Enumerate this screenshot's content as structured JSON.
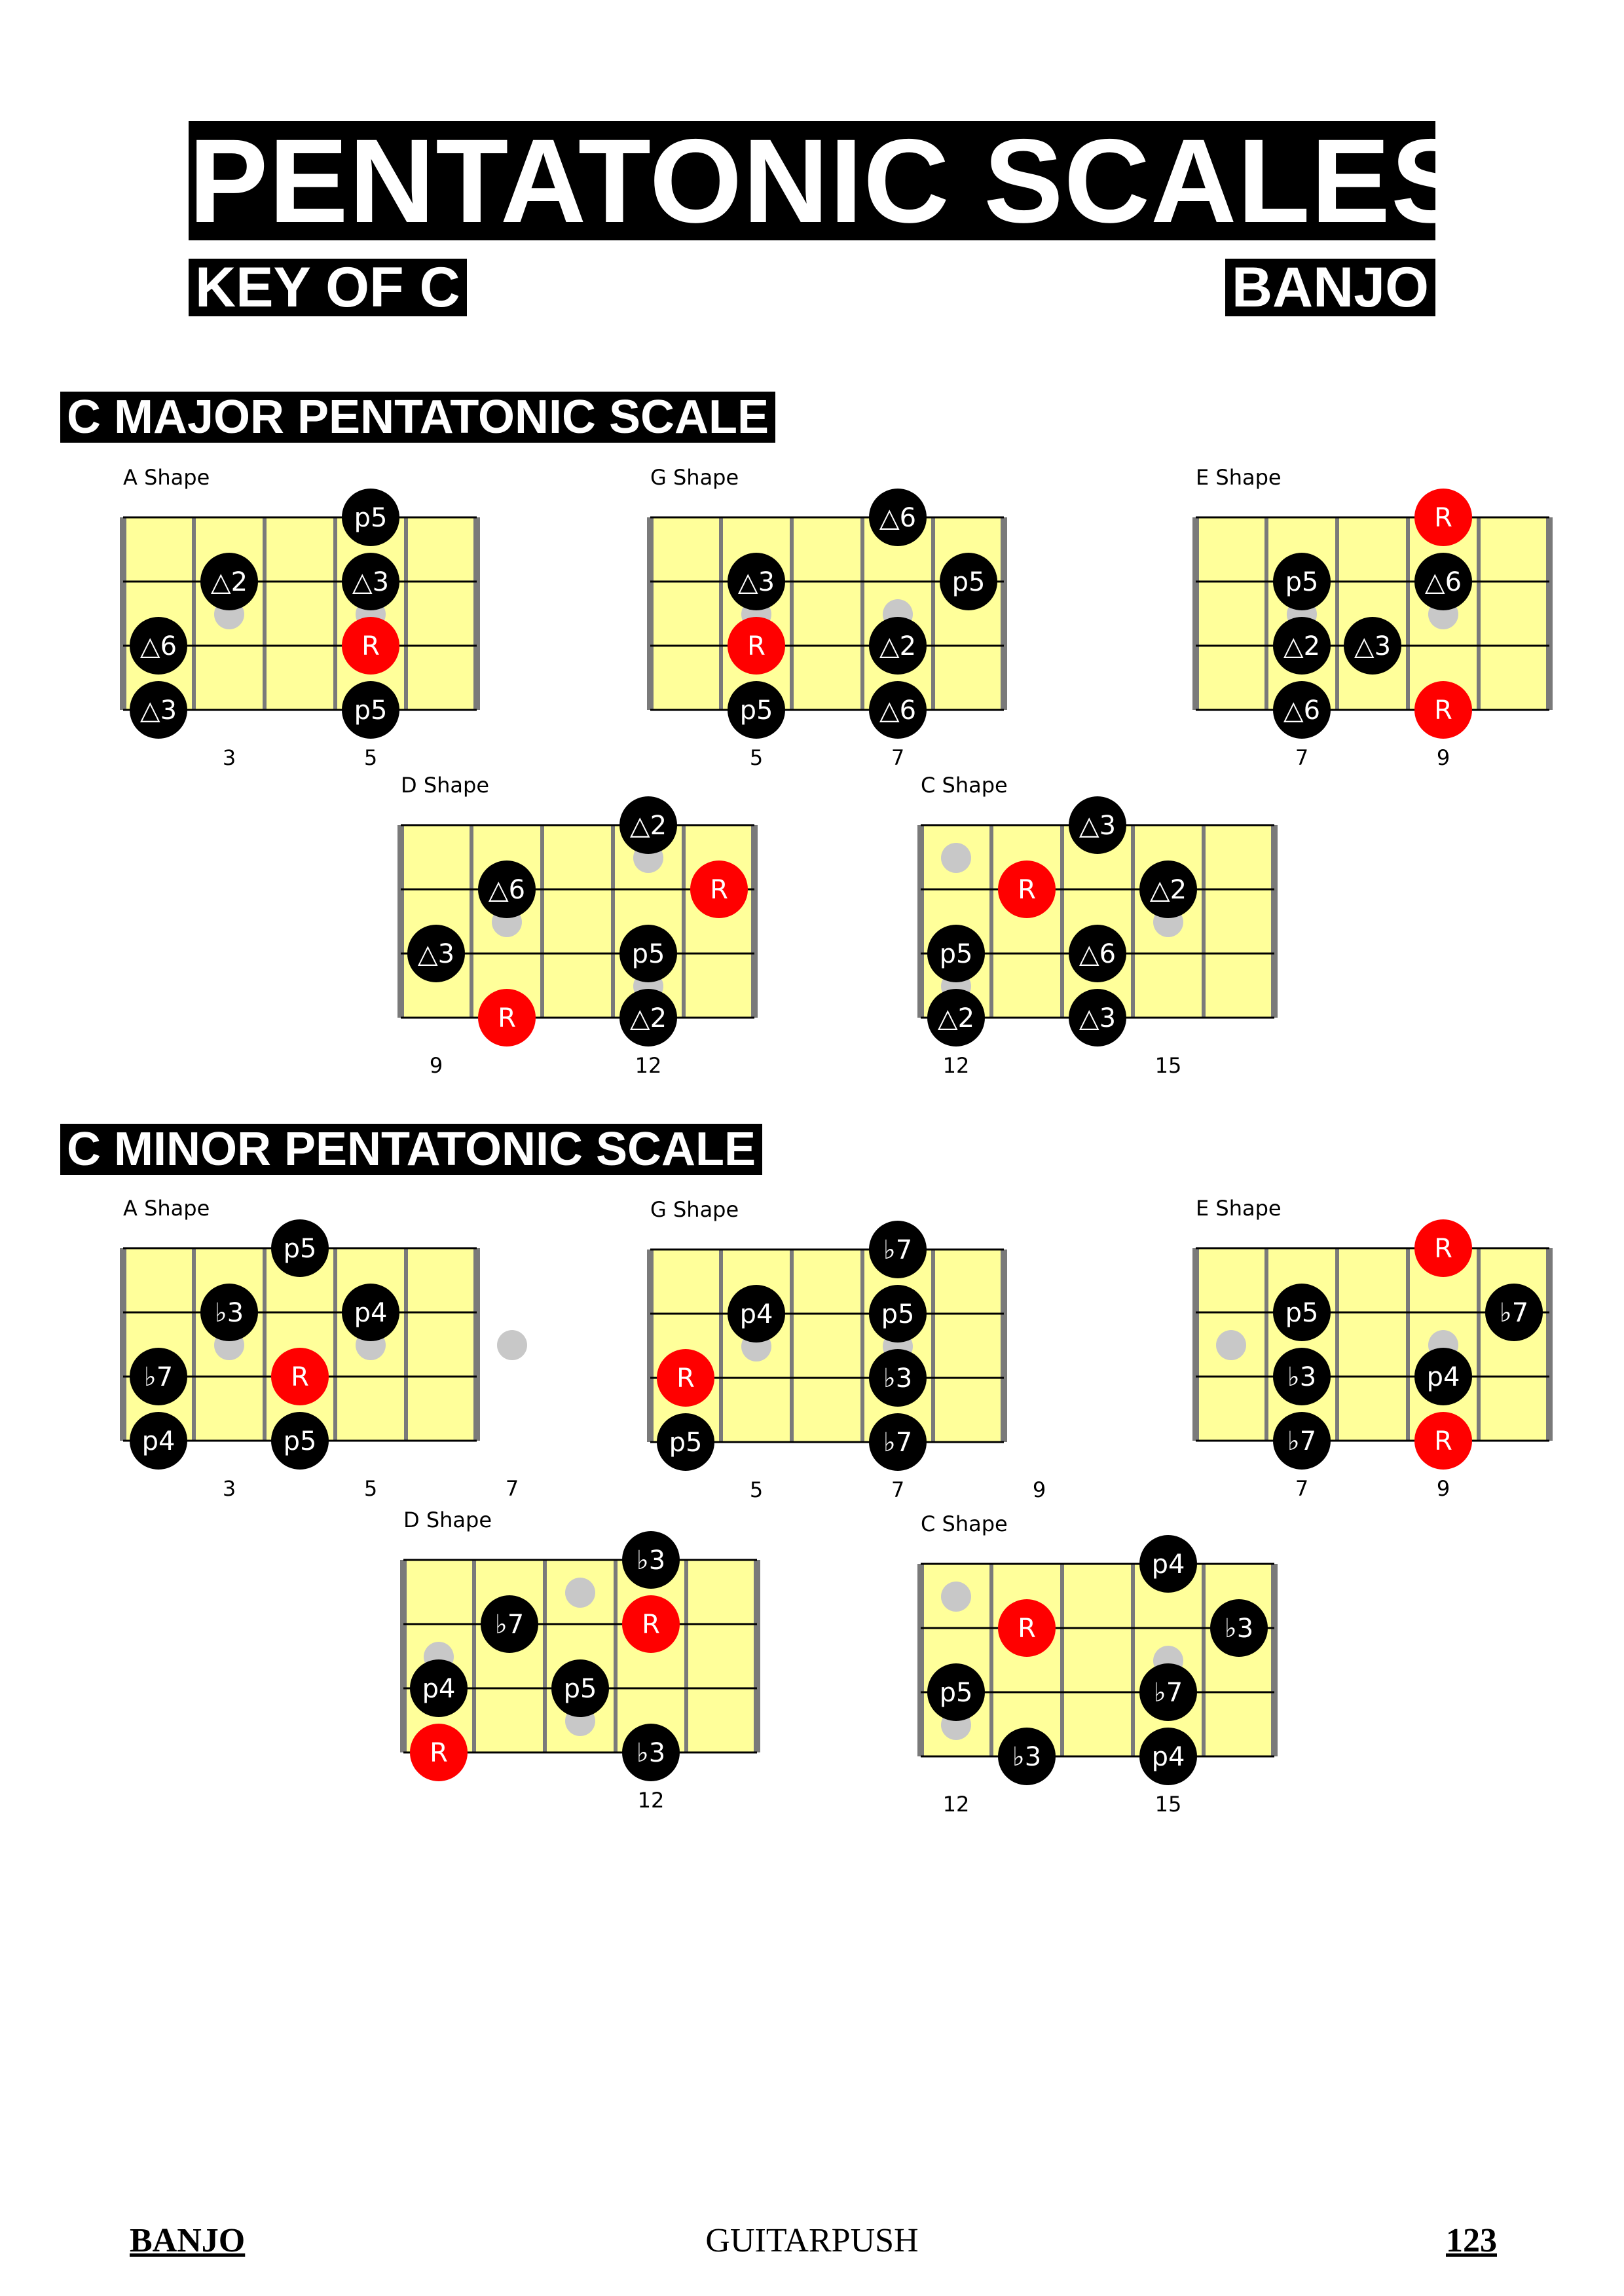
{
  "header": {
    "title": "PENTATONIC SCALES",
    "key": "KEY OF C",
    "instrument": "BANJO"
  },
  "sections": [
    {
      "title": "C MAJOR PENTATONIC SCALE",
      "diagrams": [
        {
          "label": "A Shape",
          "startFret": 2,
          "fretNumbers": [
            {
              "fret": 3,
              "text": "3"
            },
            {
              "fret": 5,
              "text": "5"
            }
          ],
          "ghosts": [
            {
              "s": 1,
              "f": 3
            },
            {
              "s": 1,
              "f": 5
            }
          ],
          "notes": [
            {
              "s": 0,
              "f": 5,
              "t": "p5"
            },
            {
              "s": 1,
              "f": 3,
              "t": "△2"
            },
            {
              "s": 1,
              "f": 5,
              "t": "△3"
            },
            {
              "s": 2,
              "f": 2,
              "t": "△6"
            },
            {
              "s": 2,
              "f": 5,
              "t": "R",
              "root": true
            },
            {
              "s": 3,
              "f": 2,
              "t": "△3"
            },
            {
              "s": 3,
              "f": 5,
              "t": "p5"
            }
          ]
        },
        {
          "label": "G Shape",
          "startFret": 4,
          "fretNumbers": [
            {
              "fret": 5,
              "text": "5"
            },
            {
              "fret": 7,
              "text": "7"
            }
          ],
          "ghosts": [
            {
              "s": 1,
              "f": 5
            },
            {
              "s": 1,
              "f": 7
            }
          ],
          "notes": [
            {
              "s": 0,
              "f": 7,
              "t": "△6"
            },
            {
              "s": 1,
              "f": 5,
              "t": "△3"
            },
            {
              "s": 1,
              "f": 8,
              "t": "p5"
            },
            {
              "s": 2,
              "f": 5,
              "t": "R",
              "root": true
            },
            {
              "s": 2,
              "f": 7,
              "t": "△2"
            },
            {
              "s": 3,
              "f": 5,
              "t": "p5"
            },
            {
              "s": 3,
              "f": 7,
              "t": "△6"
            }
          ]
        },
        {
          "label": "E Shape",
          "startFret": 6,
          "fretNumbers": [
            {
              "fret": 7,
              "text": "7"
            },
            {
              "fret": 9,
              "text": "9"
            }
          ],
          "ghosts": [
            {
              "s": 1,
              "f": 7
            },
            {
              "s": 1,
              "f": 9
            }
          ],
          "notes": [
            {
              "s": 0,
              "f": 9,
              "t": "R",
              "root": true
            },
            {
              "s": 1,
              "f": 7,
              "t": "p5"
            },
            {
              "s": 1,
              "f": 9,
              "t": "△6"
            },
            {
              "s": 2,
              "f": 7,
              "t": "△2"
            },
            {
              "s": 2,
              "f": 8,
              "t": "△3"
            },
            {
              "s": 3,
              "f": 7,
              "t": "△6"
            },
            {
              "s": 3,
              "f": 9,
              "t": "R",
              "root": true
            }
          ]
        },
        {
          "label": "D Shape",
          "startFret": 9,
          "fretNumbers": [
            {
              "fret": 9,
              "text": "9"
            },
            {
              "fret": 12,
              "text": "12"
            }
          ],
          "ghosts": [
            {
              "s": 0,
              "f": 12
            },
            {
              "s": 1,
              "f": 10
            },
            {
              "s": 2,
              "f": 12
            }
          ],
          "notes": [
            {
              "s": 0,
              "f": 12,
              "t": "△2"
            },
            {
              "s": 1,
              "f": 10,
              "t": "△6"
            },
            {
              "s": 1,
              "f": 13,
              "t": "R",
              "root": true
            },
            {
              "s": 2,
              "f": 9,
              "t": "△3"
            },
            {
              "s": 2,
              "f": 12,
              "t": "p5"
            },
            {
              "s": 3,
              "f": 10,
              "t": "R",
              "root": true
            },
            {
              "s": 3,
              "f": 12,
              "t": "△2"
            }
          ]
        },
        {
          "label": "C Shape",
          "startFret": 12,
          "fretNumbers": [
            {
              "fret": 12,
              "text": "12"
            },
            {
              "fret": 15,
              "text": "15"
            }
          ],
          "ghosts": [
            {
              "s": 0,
              "f": 12
            },
            {
              "s": 1,
              "f": 15
            },
            {
              "s": 2,
              "f": 12
            }
          ],
          "notes": [
            {
              "s": 0,
              "f": 14,
              "t": "△3"
            },
            {
              "s": 1,
              "f": 13,
              "t": "R",
              "root": true
            },
            {
              "s": 1,
              "f": 15,
              "t": "△2"
            },
            {
              "s": 2,
              "f": 12,
              "t": "p5"
            },
            {
              "s": 2,
              "f": 14,
              "t": "△6"
            },
            {
              "s": 3,
              "f": 12,
              "t": "△2"
            },
            {
              "s": 3,
              "f": 14,
              "t": "△3"
            }
          ]
        }
      ]
    },
    {
      "title": "C MINOR PENTATONIC SCALE",
      "diagrams": [
        {
          "label": "A Shape",
          "startFret": 2,
          "fretNumbers": [
            {
              "fret": 3,
              "text": "3"
            },
            {
              "fret": 5,
              "text": "5"
            },
            {
              "fret": 7,
              "text": "7"
            }
          ],
          "ghosts": [
            {
              "s": 1,
              "f": 3
            },
            {
              "s": 1,
              "f": 5
            },
            {
              "s": 1,
              "f": 7
            }
          ],
          "notes": [
            {
              "s": 0,
              "f": 4,
              "t": "p5"
            },
            {
              "s": 1,
              "f": 3,
              "t": "♭3"
            },
            {
              "s": 1,
              "f": 5,
              "t": "p4"
            },
            {
              "s": 2,
              "f": 2,
              "t": "♭7"
            },
            {
              "s": 2,
              "f": 4,
              "t": "R",
              "root": true
            },
            {
              "s": 3,
              "f": 2,
              "t": "p4"
            },
            {
              "s": 3,
              "f": 4,
              "t": "p5"
            }
          ]
        },
        {
          "label": "G Shape",
          "startFret": 4,
          "fretNumbers": [
            {
              "fret": 5,
              "text": "5"
            },
            {
              "fret": 7,
              "text": "7"
            },
            {
              "fret": 9,
              "text": "9"
            }
          ],
          "ghosts": [
            {
              "s": 1,
              "f": 5
            },
            {
              "s": 1,
              "f": 7
            }
          ],
          "notes": [
            {
              "s": 0,
              "f": 7,
              "t": "♭7"
            },
            {
              "s": 1,
              "f": 5,
              "t": "p4"
            },
            {
              "s": 1,
              "f": 7,
              "t": "p5"
            },
            {
              "s": 2,
              "f": 4,
              "t": "R",
              "root": true
            },
            {
              "s": 2,
              "f": 7,
              "t": "♭3"
            },
            {
              "s": 3,
              "f": 4,
              "t": "p5"
            },
            {
              "s": 3,
              "f": 7,
              "t": "♭7"
            }
          ]
        },
        {
          "label": "E Shape",
          "startFret": 6,
          "fretNumbers": [
            {
              "fret": 7,
              "text": "7"
            },
            {
              "fret": 9,
              "text": "9"
            }
          ],
          "ghosts": [
            {
              "s": 1,
              "f": 6
            },
            {
              "s": 1,
              "f": 9
            }
          ],
          "notes": [
            {
              "s": 0,
              "f": 9,
              "t": "R",
              "root": true
            },
            {
              "s": 1,
              "f": 7,
              "t": "p5"
            },
            {
              "s": 1,
              "f": 10,
              "t": "♭7"
            },
            {
              "s": 2,
              "f": 7,
              "t": "♭3"
            },
            {
              "s": 2,
              "f": 9,
              "t": "p4"
            },
            {
              "s": 3,
              "f": 7,
              "t": "♭7"
            },
            {
              "s": 3,
              "f": 9,
              "t": "R",
              "root": true
            }
          ]
        },
        {
          "label": "D Shape",
          "startFret": 9,
          "fretNumbers": [
            {
              "fret": 12,
              "text": "12"
            }
          ],
          "ghosts": [
            {
              "s": 0,
              "f": 11
            },
            {
              "s": 1,
              "f": 9
            },
            {
              "s": 2,
              "f": 11
            }
          ],
          "notes": [
            {
              "s": 0,
              "f": 12,
              "t": "♭3"
            },
            {
              "s": 1,
              "f": 10,
              "t": "♭7"
            },
            {
              "s": 1,
              "f": 12,
              "t": "R",
              "root": true
            },
            {
              "s": 2,
              "f": 9,
              "t": "p4"
            },
            {
              "s": 2,
              "f": 11,
              "t": "p5"
            },
            {
              "s": 3,
              "f": 9,
              "t": "R",
              "root": true
            },
            {
              "s": 3,
              "f": 12,
              "t": "♭3"
            }
          ]
        },
        {
          "label": "C Shape",
          "startFret": 12,
          "fretNumbers": [
            {
              "fret": 12,
              "text": "12"
            },
            {
              "fret": 15,
              "text": "15"
            }
          ],
          "ghosts": [
            {
              "s": 0,
              "f": 12
            },
            {
              "s": 1,
              "f": 15
            },
            {
              "s": 2,
              "f": 12
            }
          ],
          "notes": [
            {
              "s": 0,
              "f": 15,
              "t": "p4"
            },
            {
              "s": 1,
              "f": 13,
              "t": "R",
              "root": true
            },
            {
              "s": 1,
              "f": 16,
              "t": "♭3"
            },
            {
              "s": 2,
              "f": 12,
              "t": "p5"
            },
            {
              "s": 2,
              "f": 15,
              "t": "♭7"
            },
            {
              "s": 3,
              "f": 13,
              "t": "♭3"
            },
            {
              "s": 3,
              "f": 15,
              "t": "p4"
            }
          ]
        }
      ]
    }
  ],
  "footer": {
    "left": "BANJO",
    "center": "GUITARPUSH",
    "right": "123"
  },
  "colors": {
    "fretboard": "#ffff9a",
    "fretline": "#7a7a7a",
    "stringline": "#000000",
    "note": "#000000",
    "root": "#ff0000",
    "ghost": "#c8c8c8"
  }
}
